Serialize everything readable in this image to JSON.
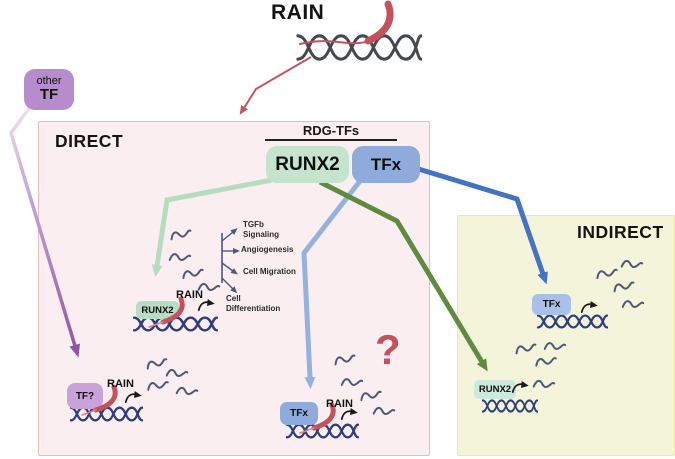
{
  "title": "RAIN",
  "other_tf": {
    "line1": "other",
    "line2": "TF"
  },
  "direct_panel": {
    "label": "DIRECT",
    "rdg_header": "RDG-TFs",
    "runx2_label": "RUNX2",
    "tfx_label": "TFx",
    "pathways": [
      "TGFb Signaling",
      "Angiogenesis",
      "Cell Migration",
      "Cell Differentiation"
    ],
    "runx2_complex": {
      "factor": "RUNX2",
      "rain": "RAIN"
    },
    "tf_unknown_complex": {
      "factor": "TF?",
      "rain": "RAIN"
    },
    "tfx_complex": {
      "factor": "TFx",
      "rain": "RAIN"
    },
    "question_mark": "?"
  },
  "indirect_panel": {
    "label": "INDIRECT",
    "tfx_complex": {
      "factor": "TFx"
    },
    "runx2_complex": {
      "factor": "RUNX2"
    }
  },
  "colors": {
    "rain_ribbon": "#c5515c",
    "dna_blue": "#2f3e7d",
    "dna_gray": "#45494f",
    "runx2_green": "#c6e3ce",
    "runx2_green_light": "#cfe8dd",
    "tfx_blue": "#8fabdc",
    "tfx_blue_light": "#a9c1e8",
    "tf_purple": "#b78ccd",
    "direct_bg": "#faeef0",
    "direct_border": "#e5bcc0",
    "indirect_bg": "#f4f4da",
    "indirect_border": "#e9e9a8",
    "arrow_light_green": "#b5dcc1",
    "arrow_dark_green": "#5e8b3f",
    "arrow_light_blue": "#95b1e0",
    "arrow_dark_blue": "#4472c4",
    "arrow_purple": "#9152a4",
    "arrow_red": "#c35560",
    "mrna_slate": "#4b5878",
    "question_red": "#c5505f"
  }
}
